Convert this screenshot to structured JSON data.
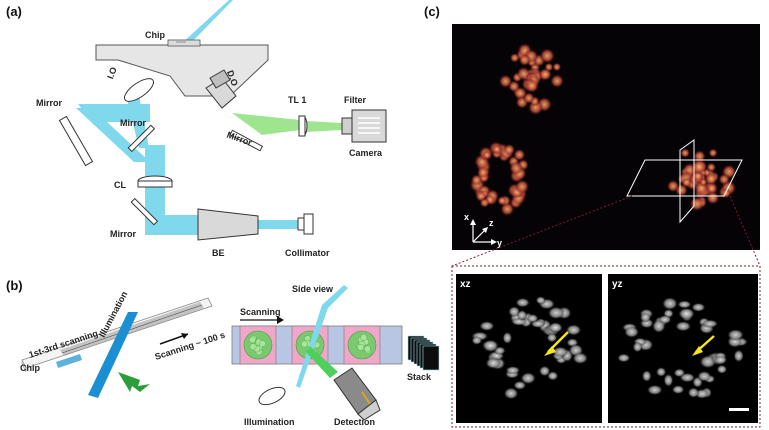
{
  "panels": {
    "a": "(a)",
    "b": "(b)",
    "c": "(c)"
  },
  "panel_a": {
    "chip": "Chip",
    "io": "I.O",
    "do": "D.O",
    "mirror_left": "Mirror",
    "mirror_mid": "Mirror",
    "mirror_do": "Mirror",
    "mirror_bottom": "Mirror",
    "tl1": "TL 1",
    "filter": "Filter",
    "camera": "Camera",
    "cl": "CL",
    "be": "BE",
    "collimator": "Collimator"
  },
  "panel_b": {
    "chip": "Chip",
    "first_third_scanning": "1st-3rd scanning",
    "illumination_beam": "Illumination",
    "scanning_time": "Scanning ~ 100 s",
    "side_view": "Side view",
    "scanning": "Scanning",
    "illumination": "Illumination",
    "detection": "Detection",
    "stack": "Stack"
  },
  "panel_c": {
    "axis_x": "x",
    "axis_y": "y",
    "axis_z": "z",
    "xz": "xz",
    "yz": "yz"
  },
  "colors": {
    "beam_blue": "#7fd8ec",
    "beam_green": "#9fe58f",
    "dark_blue": "#1a8fd1",
    "hot_orange": "#e79a4a",
    "hot_red": "#8a2a2a",
    "dotted_border": "#7a1f2a"
  }
}
